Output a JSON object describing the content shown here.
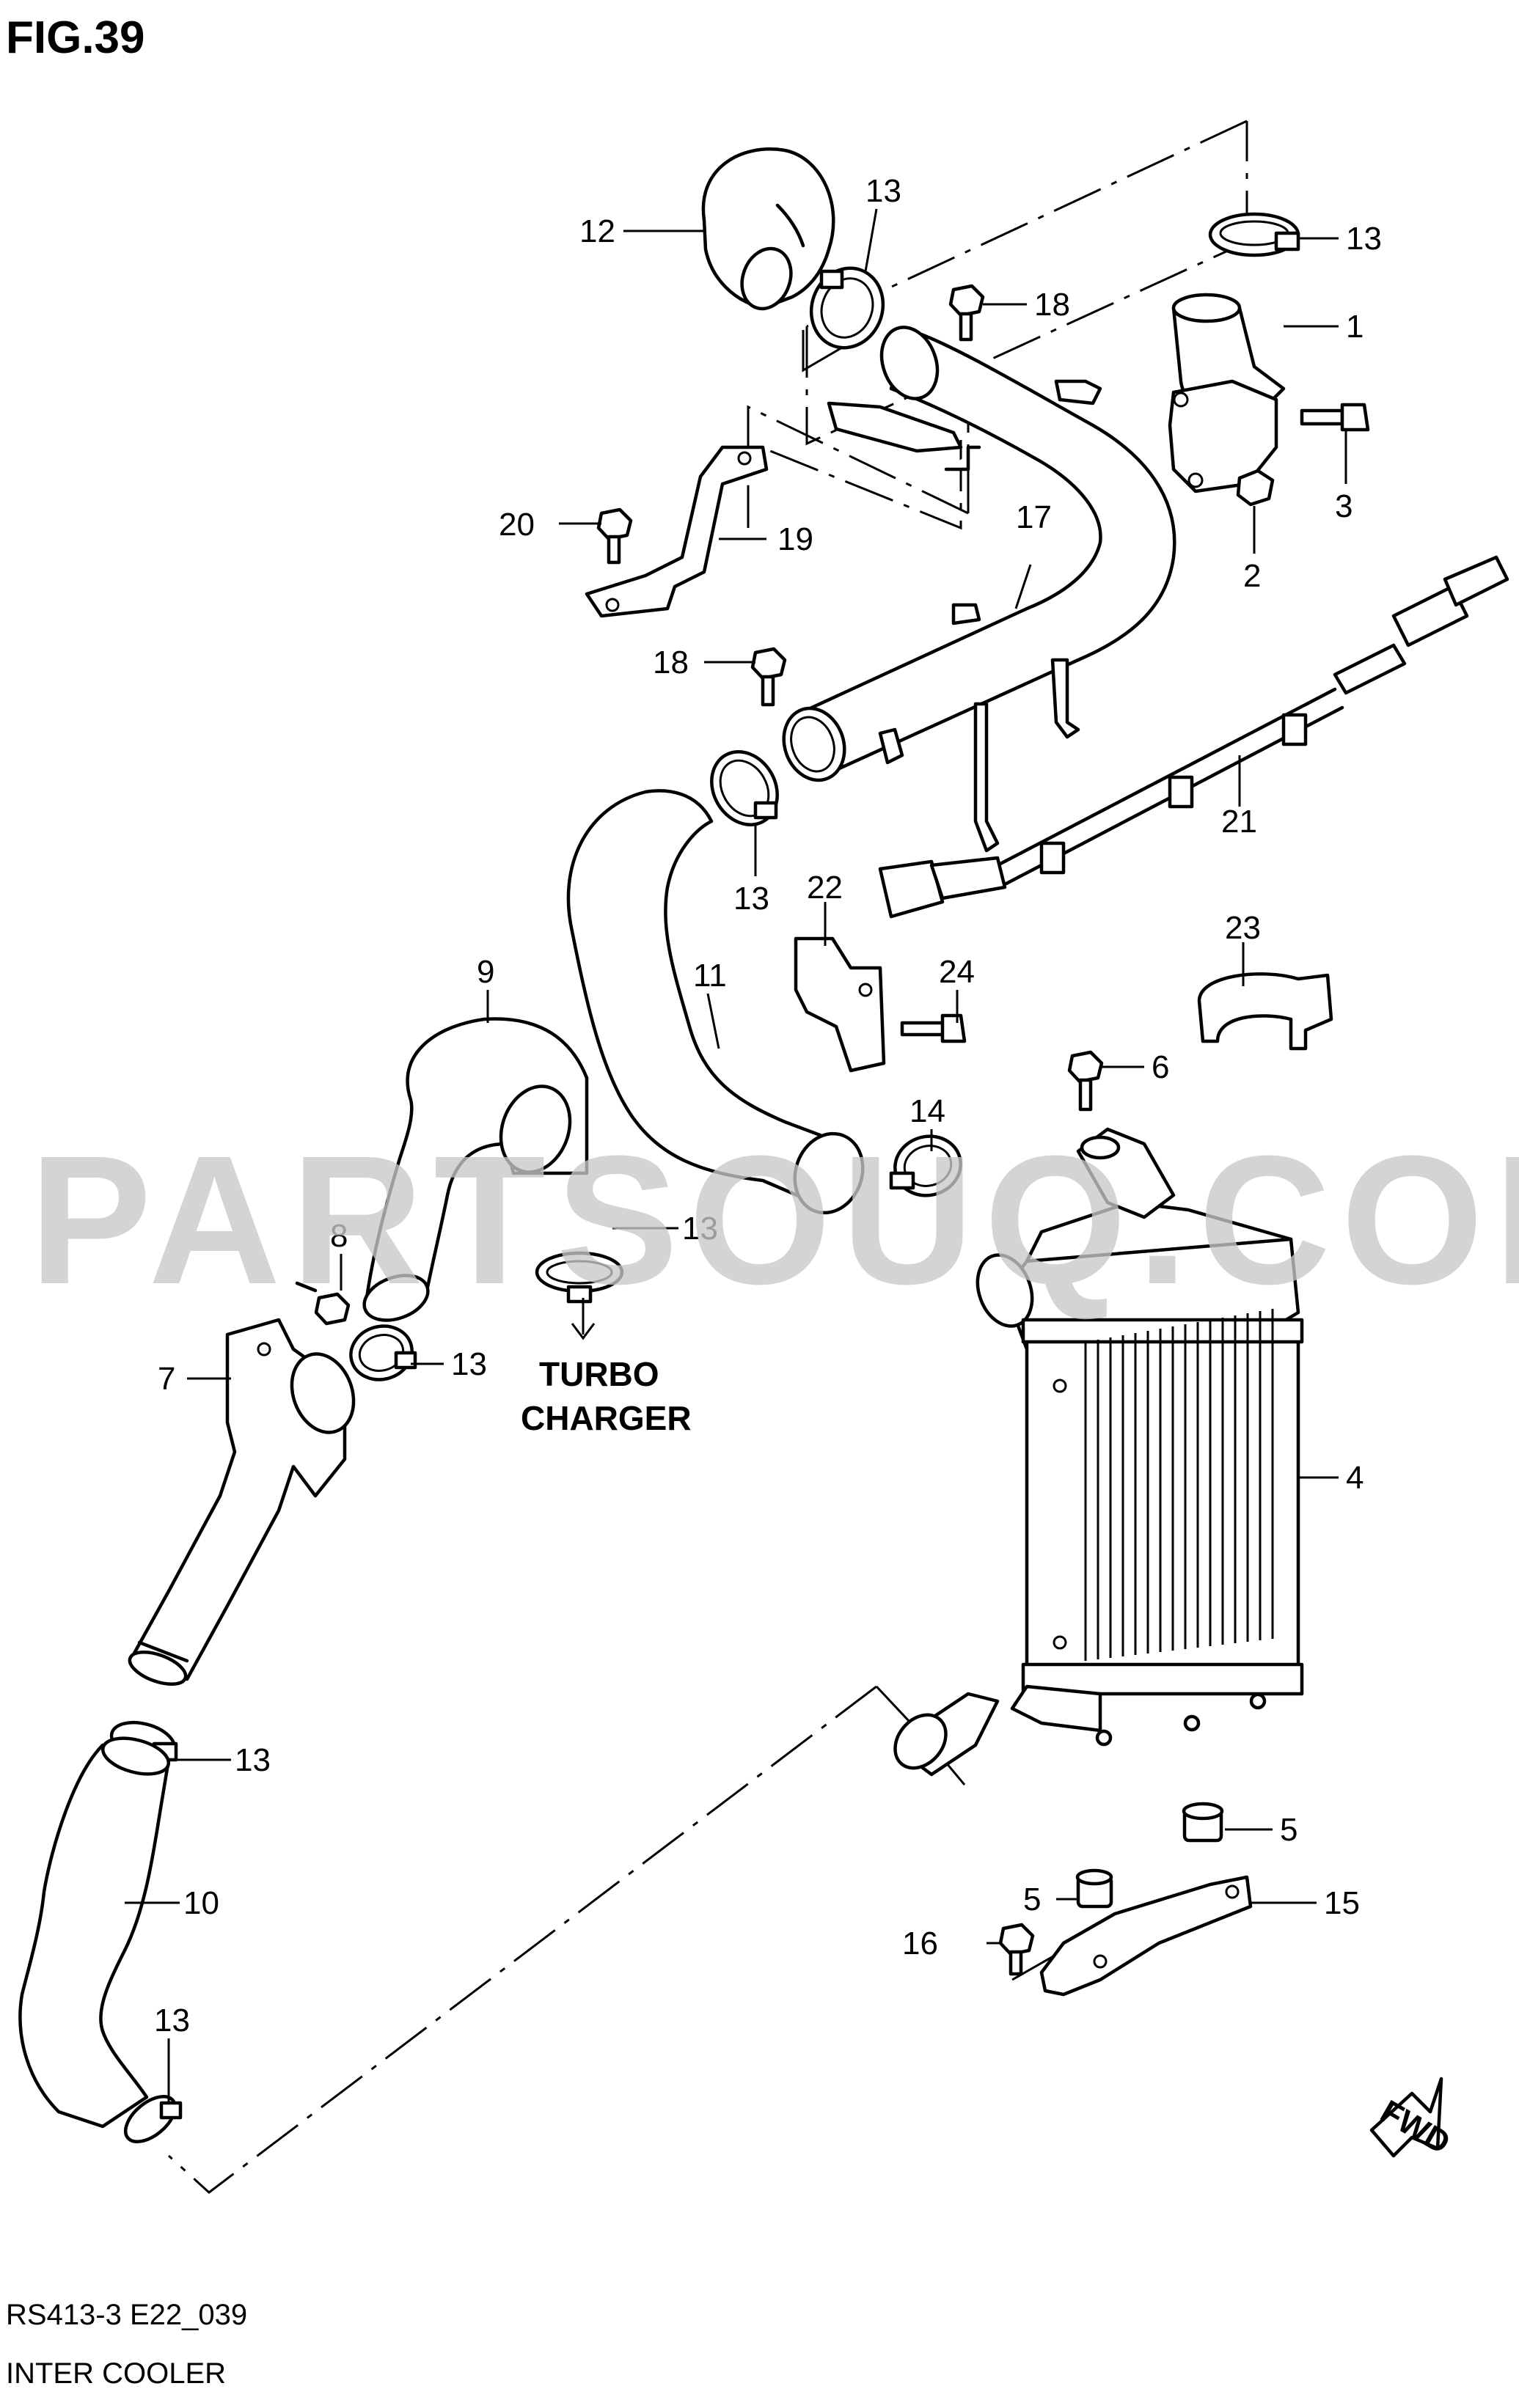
{
  "figure": {
    "title": "FIG.39",
    "code": "RS413-3 E22_039",
    "name": "INTER COOLER",
    "watermark": "PARTSOUQ.COM",
    "note_line1": "TURBO",
    "note_line2": "CHARGER",
    "fwd": "FWD"
  },
  "callouts": [
    {
      "id": "c1",
      "text": "1"
    },
    {
      "id": "c2",
      "text": "2"
    },
    {
      "id": "c3",
      "text": "3"
    },
    {
      "id": "c4",
      "text": "4"
    },
    {
      "id": "c5a",
      "text": "5"
    },
    {
      "id": "c5b",
      "text": "5"
    },
    {
      "id": "c6",
      "text": "6"
    },
    {
      "id": "c7",
      "text": "7"
    },
    {
      "id": "c8",
      "text": "8"
    },
    {
      "id": "c9",
      "text": "9"
    },
    {
      "id": "c10",
      "text": "10"
    },
    {
      "id": "c11",
      "text": "11"
    },
    {
      "id": "c12",
      "text": "12"
    },
    {
      "id": "c13a",
      "text": "13"
    },
    {
      "id": "c13b",
      "text": "13"
    },
    {
      "id": "c13c",
      "text": "13"
    },
    {
      "id": "c13d",
      "text": "13"
    },
    {
      "id": "c13e",
      "text": "13"
    },
    {
      "id": "c13f",
      "text": "13"
    },
    {
      "id": "c13g",
      "text": "13"
    },
    {
      "id": "c14",
      "text": "14"
    },
    {
      "id": "c15",
      "text": "15"
    },
    {
      "id": "c16",
      "text": "16"
    },
    {
      "id": "c17",
      "text": "17"
    },
    {
      "id": "c18a",
      "text": "18"
    },
    {
      "id": "c18b",
      "text": "18"
    },
    {
      "id": "c19",
      "text": "19"
    },
    {
      "id": "c20",
      "text": "20"
    },
    {
      "id": "c21",
      "text": "21"
    },
    {
      "id": "c22",
      "text": "22"
    },
    {
      "id": "c23",
      "text": "23"
    },
    {
      "id": "c24",
      "text": "24"
    }
  ]
}
